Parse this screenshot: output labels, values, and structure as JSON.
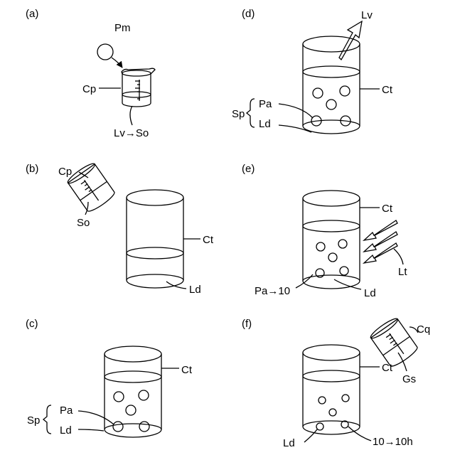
{
  "panels": {
    "a": {
      "letter": "(a)",
      "labels": {
        "pm": "Pm",
        "cp": "Cp",
        "transform": "Lv→So"
      }
    },
    "b": {
      "letter": "(b)",
      "labels": {
        "cp": "Cp",
        "so": "So",
        "ct": "Ct",
        "ld": "Ld"
      }
    },
    "c": {
      "letter": "(c)",
      "labels": {
        "ct": "Ct",
        "sp": "Sp",
        "pa": "Pa",
        "ld": "Ld"
      }
    },
    "d": {
      "letter": "(d)",
      "labels": {
        "lv": "Lv",
        "ct": "Ct",
        "sp": "Sp",
        "pa": "Pa",
        "ld": "Ld"
      }
    },
    "e": {
      "letter": "(e)",
      "labels": {
        "ct": "Ct",
        "lt": "Lt",
        "pa": "Pa→10",
        "ld": "Ld"
      }
    },
    "f": {
      "letter": "(f)",
      "labels": {
        "cq": "Cq",
        "ct": "Ct",
        "gs": "Gs",
        "ld": "Ld",
        "transform": "10→10h"
      }
    }
  }
}
